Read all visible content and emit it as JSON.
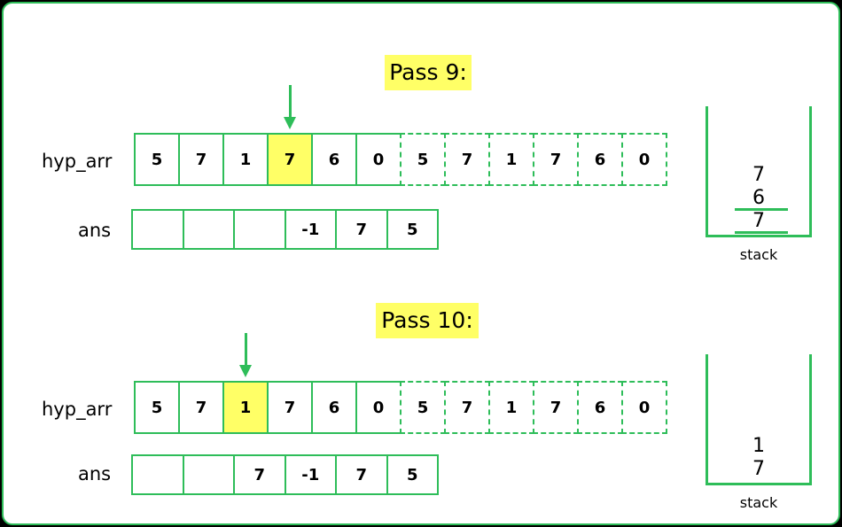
{
  "passes": [
    {
      "title": "Pass 9:",
      "hyp_label": "hyp_arr",
      "ans_label": "ans",
      "hyp_arr": [
        "5",
        "7",
        "1",
        "7",
        "6",
        "0",
        "5",
        "7",
        "1",
        "7",
        "6",
        "0"
      ],
      "highlight_index": 3,
      "ans": [
        "",
        "",
        "",
        "-1",
        "7",
        "5"
      ],
      "stack": [
        {
          "value": "7",
          "struck": false
        },
        {
          "value": "6",
          "struck": true
        },
        {
          "value": "7",
          "struck": true
        }
      ],
      "stack_label": "stack"
    },
    {
      "title": "Pass 10:",
      "hyp_label": "hyp_arr",
      "ans_label": "ans",
      "hyp_arr": [
        "5",
        "7",
        "1",
        "7",
        "6",
        "0",
        "5",
        "7",
        "1",
        "7",
        "6",
        "0"
      ],
      "highlight_index": 2,
      "ans": [
        "",
        "",
        "7",
        "-1",
        "7",
        "5"
      ],
      "stack": [
        {
          "value": "1",
          "struck": false
        },
        {
          "value": "7",
          "struck": false
        }
      ],
      "stack_label": "stack"
    }
  ],
  "colors": {
    "accent": "#2ebd59",
    "highlight": "#ffff66",
    "background": "#ffffff",
    "outer": "#000000"
  }
}
